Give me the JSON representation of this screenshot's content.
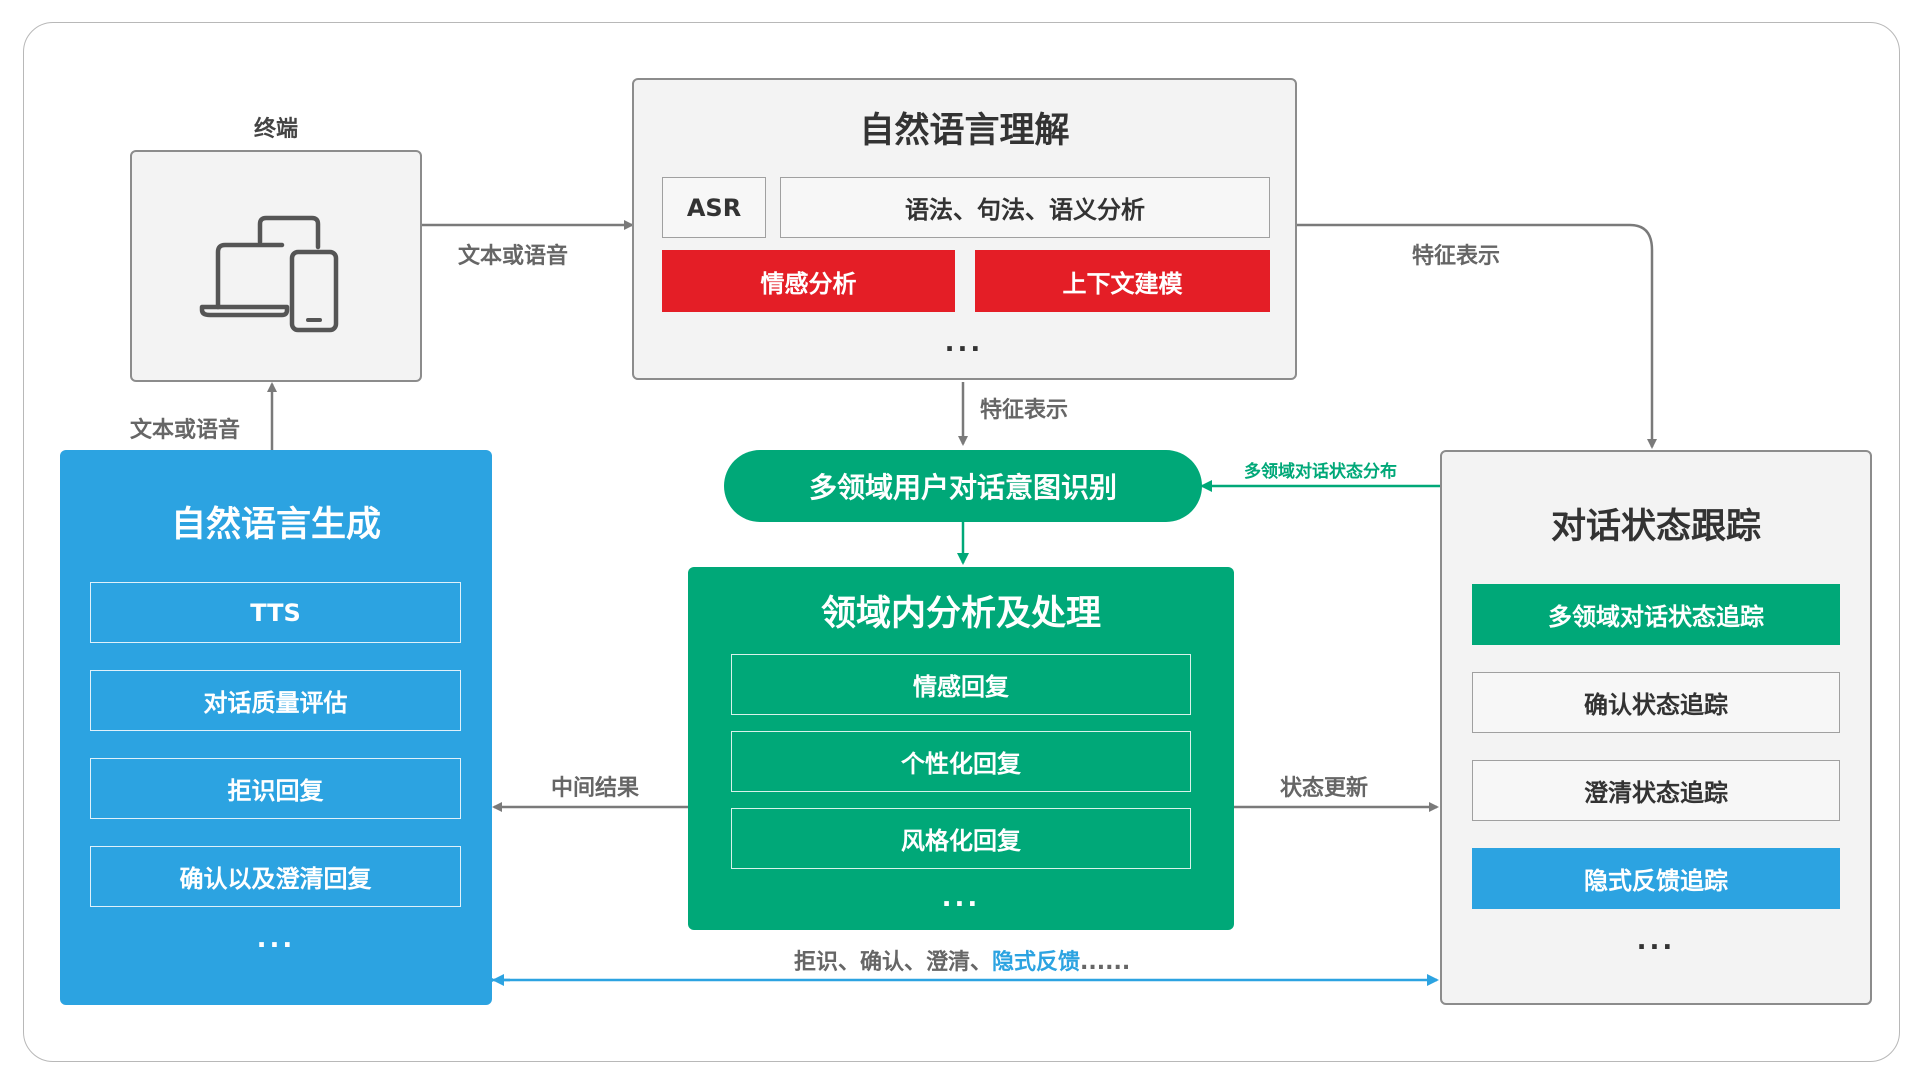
{
  "terminal": {
    "title": "终端",
    "device_icon": "laptop-phone-icon"
  },
  "nlu": {
    "title": "自然语言理解",
    "asr": "ASR",
    "syntax": "语法、句法、语义分析",
    "emotion": "情感分析",
    "context": "上下文建模",
    "more": "..."
  },
  "intent": {
    "title": "多领域用户对话意图识别"
  },
  "domain_proc": {
    "title": "领域内分析及处理",
    "items": [
      "情感回复",
      "个性化回复",
      "风格化回复"
    ],
    "more": "..."
  },
  "nlg": {
    "title": "自然语言生成",
    "items": [
      "TTS",
      "对话质量评估",
      "拒识回复",
      "确认以及澄清回复"
    ],
    "more": "..."
  },
  "dst": {
    "title": "对话状态跟踪",
    "items": [
      "多领域对话状态追踪",
      "确认状态追踪",
      "澄清状态追踪",
      "隐式反馈追踪"
    ],
    "more": "..."
  },
  "edges": {
    "terminal_to_nlu": "文本或语音",
    "nlg_to_terminal": "文本或语音",
    "nlu_to_intent": "特征表示",
    "nlu_to_dst": "特征表示",
    "dst_to_intent": "多领域对话状态分布",
    "proc_to_nlg": "中间结果",
    "proc_to_dst": "状态更新",
    "bottom_prefix": "拒识、确认、澄清、",
    "bottom_highlight": "隐式反馈",
    "bottom_suffix": "......"
  },
  "colors": {
    "blue": "#2ca3e1",
    "green": "#00a878",
    "red": "#e41e26",
    "gray_panel": "#f3f3f3",
    "arrow_gray": "#7a7a7a"
  }
}
